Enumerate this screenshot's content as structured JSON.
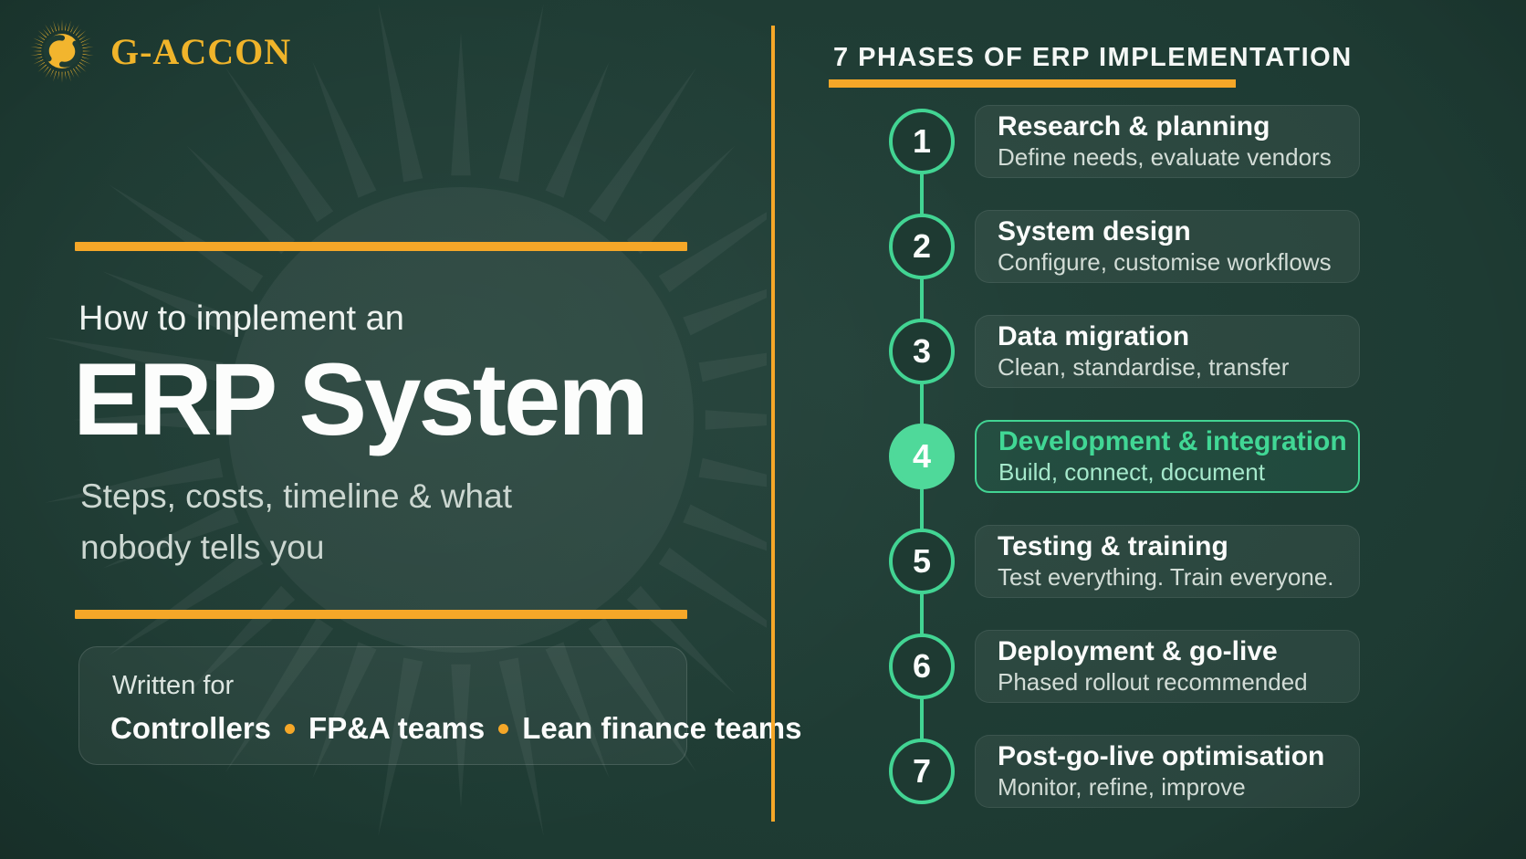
{
  "brand": {
    "name": "G-ACCON"
  },
  "colors": {
    "background": "#1d3a32",
    "accent_orange": "#f5a728",
    "accent_green": "#42d493",
    "accent_green_fill": "#4fd99a",
    "gold": "#f0b42a",
    "text_primary": "#fcfdfc",
    "text_secondary": "#ccd7d1"
  },
  "hero": {
    "eyebrow": "How to implement an",
    "title": "ERP System",
    "subtitle_lines": [
      "Steps, costs, timeline & what",
      "nobody tells you"
    ]
  },
  "audience": {
    "label": "Written for",
    "items": [
      "Controllers",
      "FP&A teams",
      "Lean finance teams"
    ]
  },
  "timeline": {
    "heading": "7 PHASES OF ERP IMPLEMENTATION",
    "phases": [
      {
        "number": "1",
        "title": "Research & planning",
        "description": "Define needs, evaluate vendors",
        "highlighted": false
      },
      {
        "number": "2",
        "title": "System design",
        "description": "Configure, customise workflows",
        "highlighted": false
      },
      {
        "number": "3",
        "title": "Data migration",
        "description": "Clean, standardise, transfer",
        "highlighted": false
      },
      {
        "number": "4",
        "title": "Development & integration",
        "description": "Build, connect, document",
        "highlighted": true
      },
      {
        "number": "5",
        "title": "Testing & training",
        "description": "Test everything. Train everyone.",
        "highlighted": false
      },
      {
        "number": "6",
        "title": "Deployment & go-live",
        "description": "Phased rollout recommended",
        "highlighted": false
      },
      {
        "number": "7",
        "title": "Post-go-live optimisation",
        "description": "Monitor, refine, improve",
        "highlighted": false
      }
    ]
  }
}
